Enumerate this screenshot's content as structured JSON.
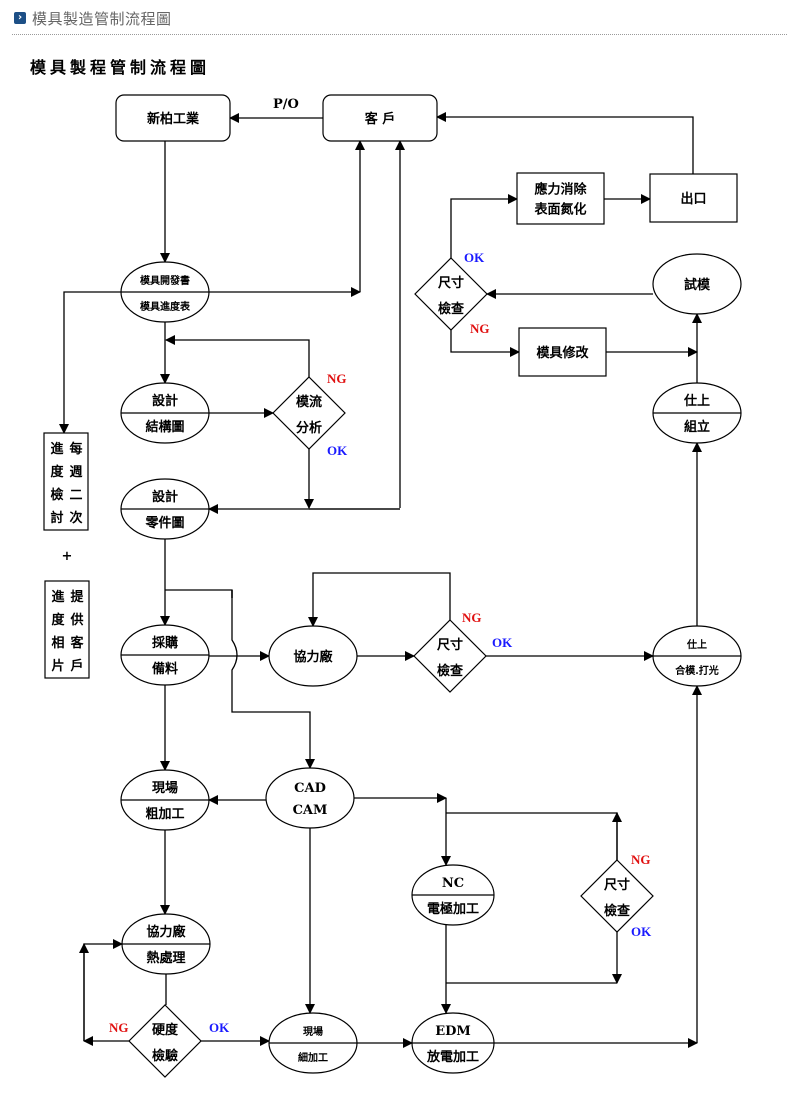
{
  "header": {
    "icon": "chevron-right-icon",
    "title": "模具製造管制流程圖",
    "accent_color": "#1d4f86"
  },
  "diagram": {
    "title": "模具製程管制流程圖",
    "edge_label_po": "P/O",
    "colors": {
      "ok": "#1a1aff",
      "ng": "#e01010"
    },
    "nodes": {
      "company": {
        "shape": "rounded-rect",
        "lines": [
          "新柏工業"
        ]
      },
      "customer": {
        "shape": "rounded-rect",
        "lines": [
          "客  戶"
        ]
      },
      "dev_doc": {
        "shape": "ellipse-split",
        "top": "模具開發書",
        "bottom": "模具進度表"
      },
      "design_structure": {
        "shape": "ellipse-split",
        "top": "設計",
        "bottom": "結構圖"
      },
      "mold_flow": {
        "shape": "diamond",
        "lines": [
          "模流",
          "分析"
        ]
      },
      "design_parts": {
        "shape": "ellipse-split",
        "top": "設計",
        "bottom": "零件圖"
      },
      "weekly_review": {
        "shape": "rect",
        "columns": [
          "每週二次",
          "進度檢討"
        ]
      },
      "plus": "+",
      "photo_report": {
        "shape": "rect",
        "columns": [
          "提供客戶",
          "進度相片"
        ]
      },
      "purchase": {
        "shape": "ellipse-split",
        "top": "採購",
        "bottom": "備料"
      },
      "partner_factory": {
        "shape": "ellipse",
        "lines": [
          "協力廠"
        ]
      },
      "size_check_1": {
        "shape": "diamond",
        "lines": [
          "尺寸",
          "檢查"
        ]
      },
      "finishing": {
        "shape": "ellipse-split",
        "top": "仕上",
        "bottom": "合模.打光"
      },
      "assembly": {
        "shape": "ellipse-split",
        "top": "仕上",
        "bottom": "組立"
      },
      "trial": {
        "shape": "ellipse",
        "lines": [
          "試模"
        ]
      },
      "size_check_2": {
        "shape": "diamond",
        "lines": [
          "尺寸",
          "檢查"
        ]
      },
      "stress_relief": {
        "shape": "rect",
        "lines": [
          "應力消除",
          "表面氮化"
        ]
      },
      "export": {
        "shape": "rect",
        "lines": [
          "出口"
        ]
      },
      "mold_modify": {
        "shape": "rect",
        "lines": [
          "模具修改"
        ]
      },
      "rough_machining": {
        "shape": "ellipse-split",
        "top": "現場",
        "bottom": "粗加工"
      },
      "cad_cam": {
        "shape": "ellipse",
        "lines": [
          "CAD",
          "CAM"
        ]
      },
      "nc": {
        "shape": "ellipse-split",
        "top": "NC",
        "bottom": "電極加工"
      },
      "size_check_3": {
        "shape": "diamond",
        "lines": [
          "尺寸",
          "檢查"
        ]
      },
      "heat_treat": {
        "shape": "ellipse-split",
        "top": "協力廠",
        "bottom": "熱處理"
      },
      "hardness_check": {
        "shape": "diamond",
        "lines": [
          "硬度",
          "檢驗"
        ]
      },
      "fine_machining": {
        "shape": "ellipse-split",
        "top": "現場",
        "bottom": "細加工"
      },
      "edm": {
        "shape": "ellipse-split",
        "top": "EDM",
        "bottom": "放電加工"
      }
    },
    "labels": {
      "ok": "OK",
      "ng": "NG"
    }
  }
}
